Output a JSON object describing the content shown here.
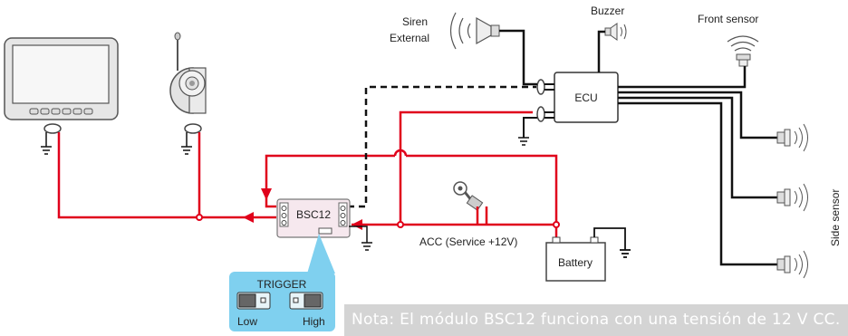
{
  "labels": {
    "siren": "Siren",
    "external": "External",
    "buzzer": "Buzzer",
    "front_sensor": "Front sensor",
    "side_sensor": "Side sensor",
    "ecu": "ECU",
    "bsc12": "BSC12",
    "acc": "ACC (Service +12V)",
    "battery": "Battery",
    "trigger": "TRIGGER",
    "low": "Low",
    "high": "High"
  },
  "note": "Nota: El módulo BSC12 funciona con una tensión de 12 V CC.",
  "colors": {
    "power_wire": "#e0001b",
    "signal_wire": "#111111",
    "trigger_panel": "#7fd0ef",
    "bsc12_body": "#f6e8ee",
    "note_bg": "#d4d4d4"
  }
}
